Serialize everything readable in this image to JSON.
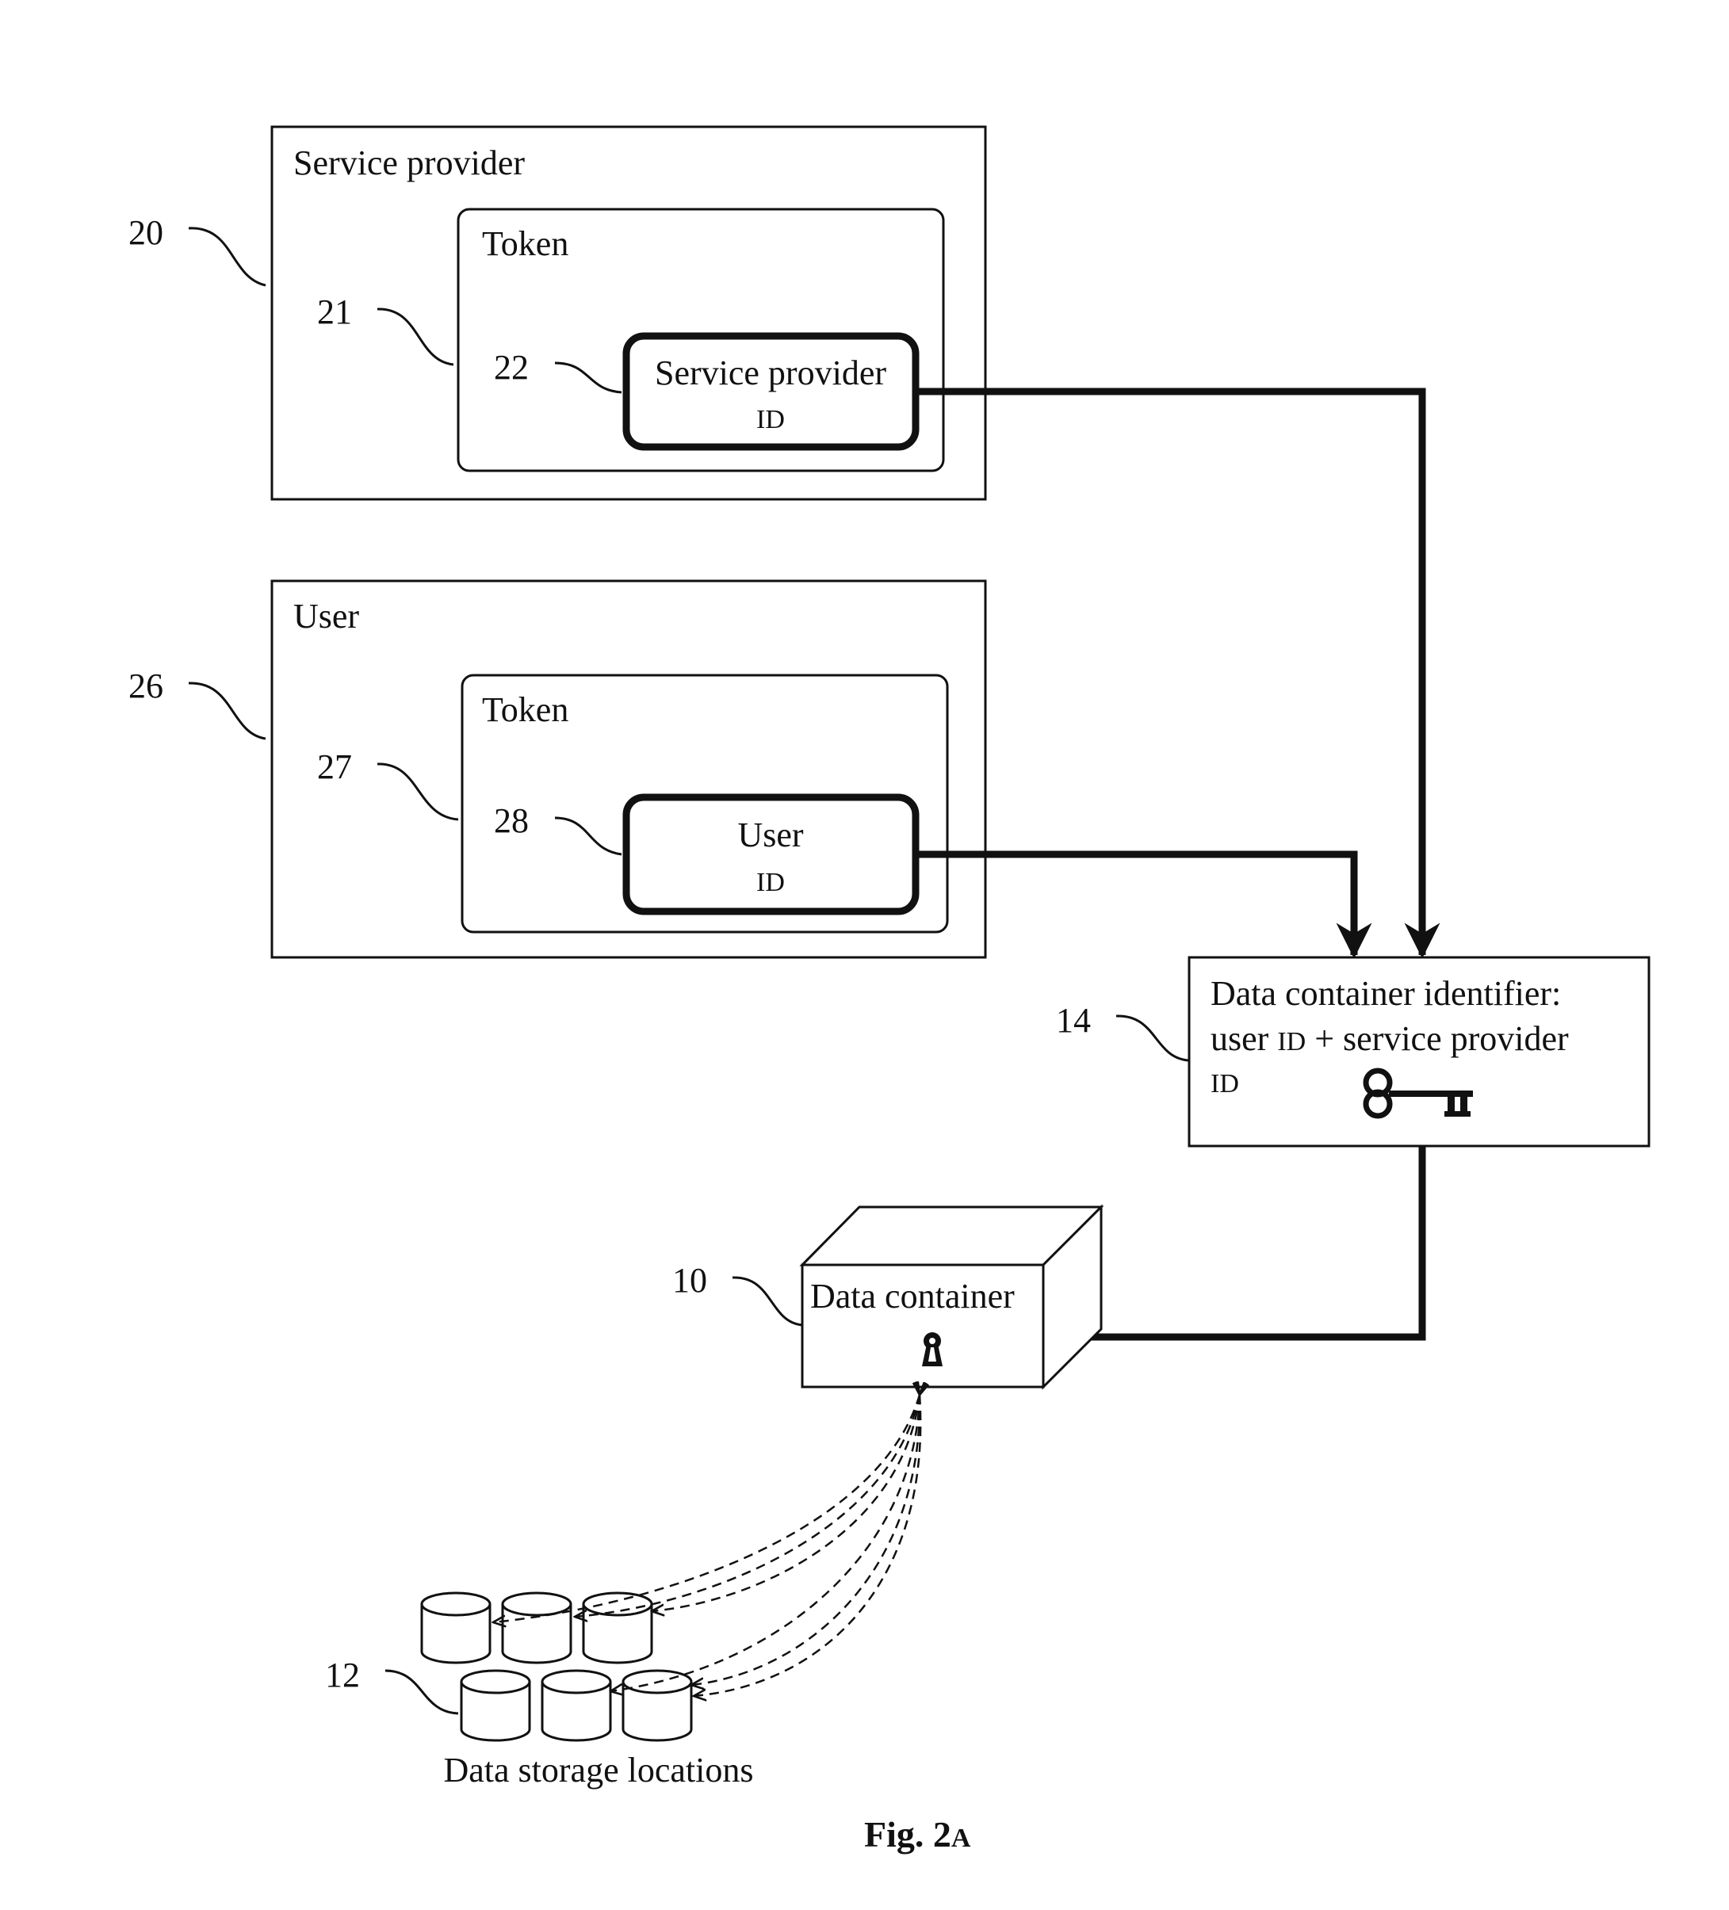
{
  "service_provider": {
    "title": "Service provider",
    "ref": "20",
    "token": {
      "title": "Token",
      "ref": "21",
      "id_box": {
        "ref": "22",
        "line1": "Service provider",
        "line2": "ID"
      }
    }
  },
  "user": {
    "title": "User",
    "ref": "26",
    "token": {
      "title": "Token",
      "ref": "27",
      "id_box": {
        "ref": "28",
        "line1": "User",
        "line2": "ID"
      }
    }
  },
  "identifier": {
    "ref": "14",
    "line1": "Data container identifier:",
    "line2_a": "user ",
    "line2_b": "ID",
    "line2_c": " + service provider",
    "line3": "ID"
  },
  "container": {
    "ref": "10",
    "label": "Data container"
  },
  "storage": {
    "ref": "12",
    "label": "Data storage locations"
  },
  "caption": {
    "main": "Fig. 2",
    "suffix": "A"
  },
  "icons": {
    "key": "key-icon",
    "lock": "keyhole-icon",
    "storage": "database-cylinder-icon"
  }
}
